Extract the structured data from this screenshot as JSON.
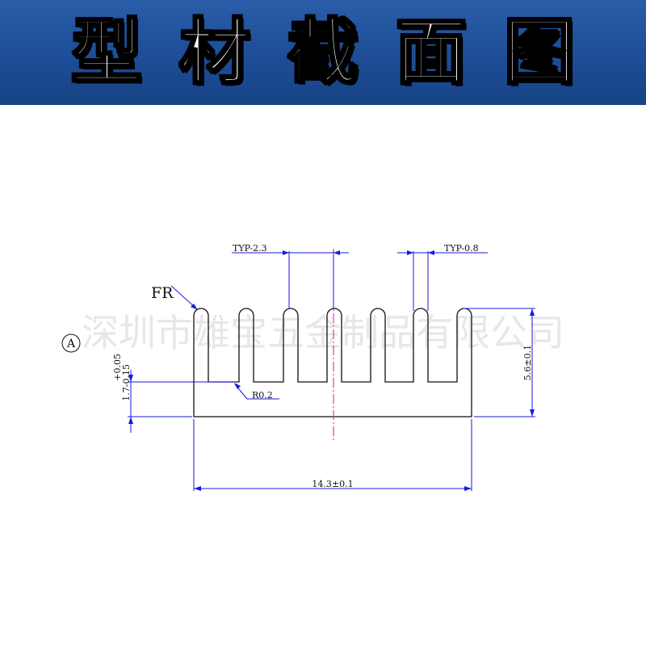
{
  "banner": {
    "title": "型材截面图"
  },
  "watermark": {
    "text": "深圳市雄宝五金制品有限公司"
  },
  "drawing": {
    "labels": {
      "fin_pitch": "TYP-2.3",
      "fin_thickness": "TYP-0.8",
      "fin_radius": "FR",
      "root_radius": "R0.2",
      "width": "14.3±0.1",
      "height": "5.6±0.1",
      "base_thickness": "1.7",
      "base_tol_upper": "+0.05",
      "base_tol_lower": "-0.15",
      "datum": "A"
    },
    "colors": {
      "outline": "#111111",
      "dimension": "#1a1adb",
      "centerline": "#e0129a"
    }
  }
}
